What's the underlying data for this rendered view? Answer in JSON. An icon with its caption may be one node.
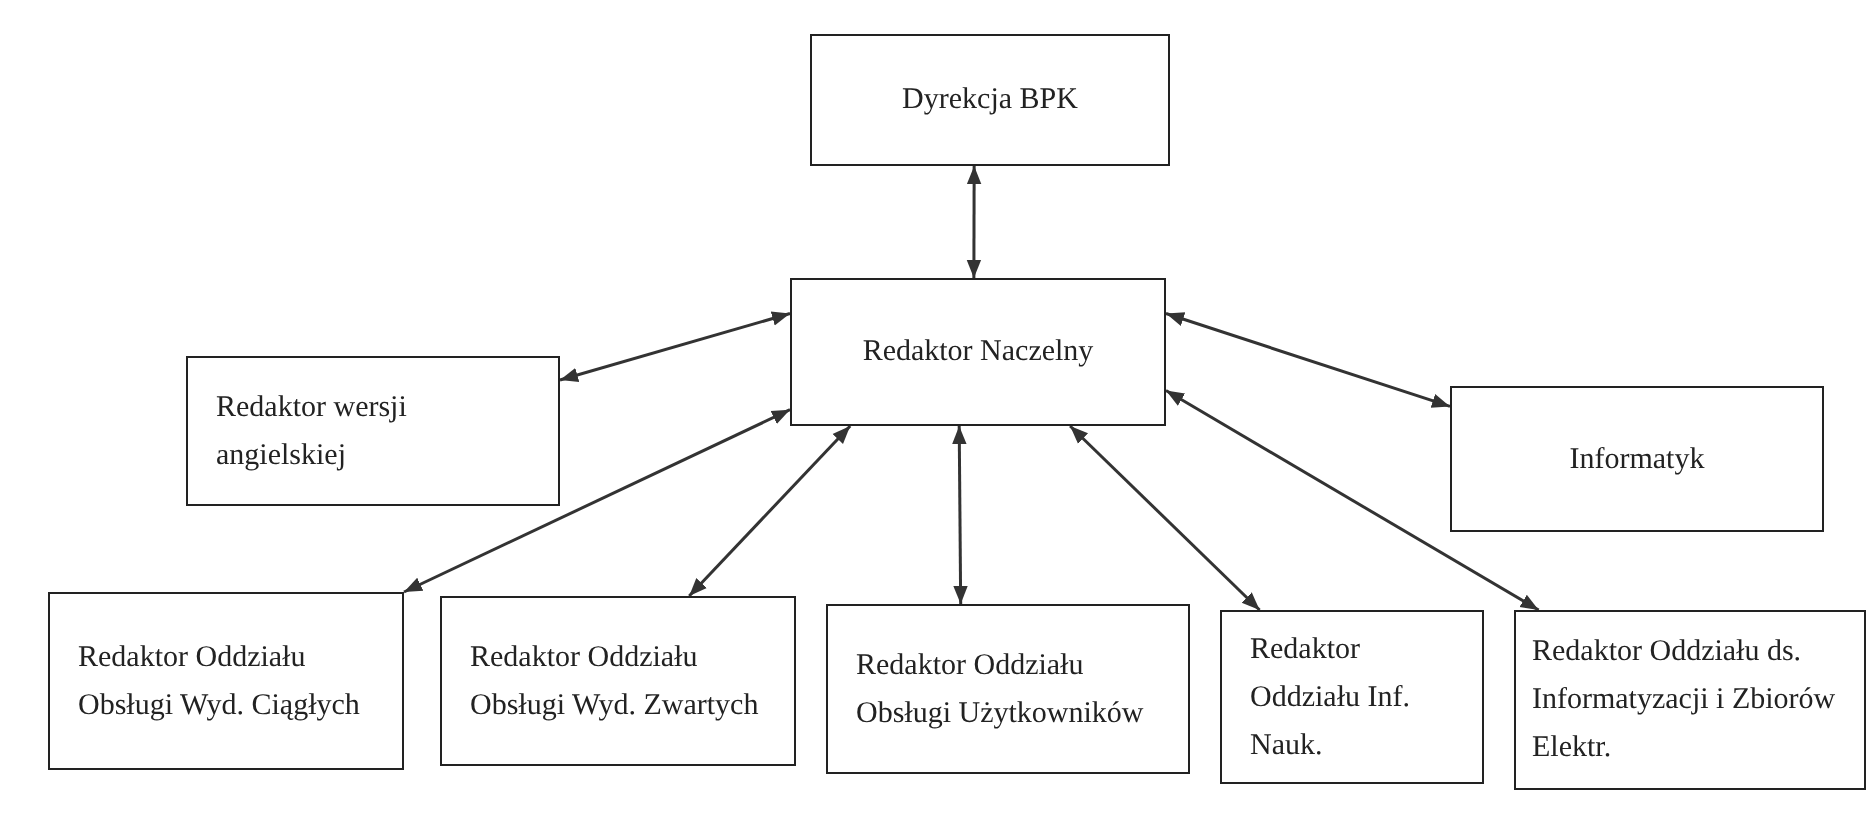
{
  "diagram": {
    "nodes": [
      {
        "text": [
          "Dyrekcja BPK"
        ]
      },
      {
        "text": [
          "Redaktor Naczelny"
        ]
      },
      {
        "text": [
          "Redaktor wersji angielskiej"
        ]
      },
      {
        "text": [
          "Informatyk"
        ]
      },
      {
        "text": [
          "Redaktor Oddziału Obsługi Wyd. Ciągłych"
        ]
      },
      {
        "text": [
          "Redaktor Oddziału Obsługi Wyd. Zwartych"
        ]
      },
      {
        "text": [
          "Redaktor Oddziału Obsługi Użytkowników"
        ]
      },
      {
        "text": [
          "Redaktor Oddziału Inf. Nauk."
        ]
      },
      {
        "text": [
          "Redaktor Oddziału ds. Informatyzacji i Zbiorów Elektr."
        ]
      }
    ],
    "edges": [
      {
        "from": 0,
        "to": 1,
        "arrow": "both"
      },
      {
        "from": 1,
        "to": 2,
        "arrow": "both"
      },
      {
        "from": 1,
        "to": 3,
        "arrow": "both"
      },
      {
        "from": 1,
        "to": 4,
        "arrow": "both"
      },
      {
        "from": 1,
        "to": 5,
        "arrow": "both"
      },
      {
        "from": 1,
        "to": 6,
        "arrow": "both"
      },
      {
        "from": 1,
        "to": 7,
        "arrow": "both"
      },
      {
        "from": 1,
        "to": 8,
        "arrow": "both"
      }
    ]
  }
}
